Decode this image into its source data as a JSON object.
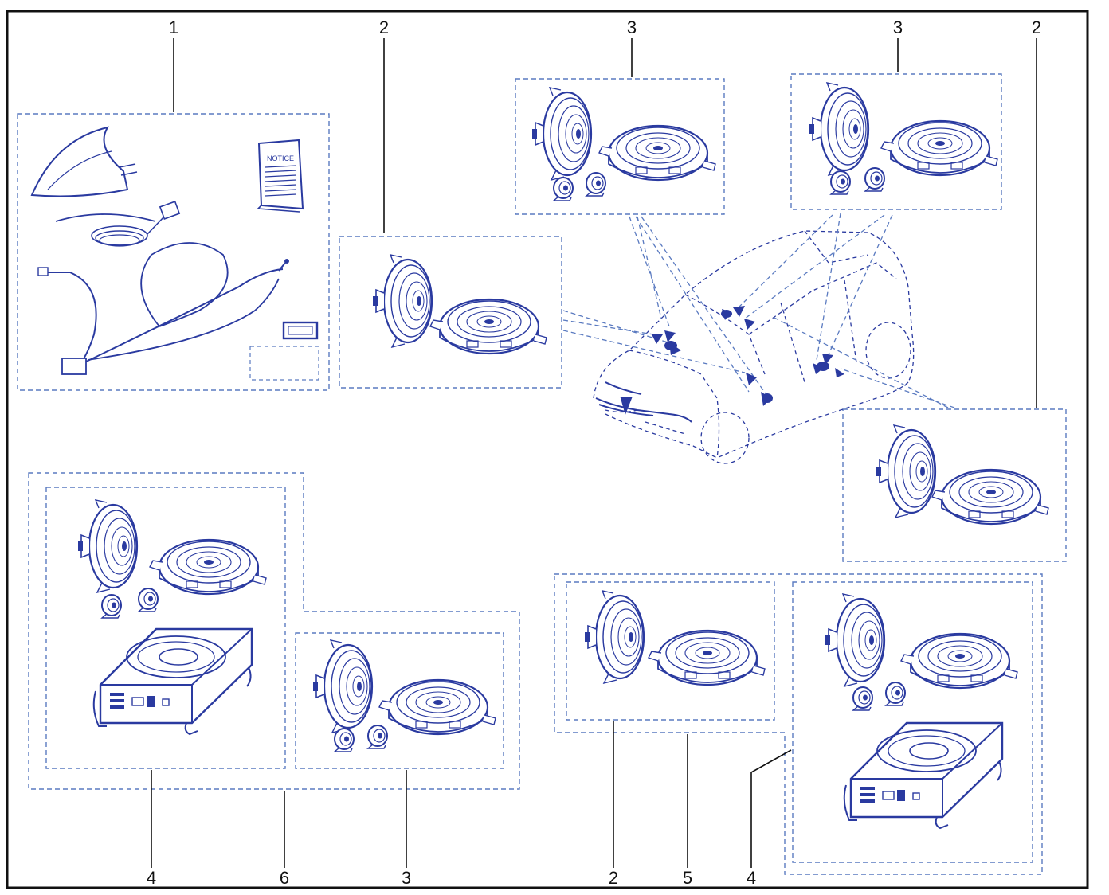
{
  "colors": {
    "frame": "#111111",
    "ink": "#2a3aa0",
    "dash": "#5a7ac0",
    "leader": "#111111"
  },
  "notice_label": "NOTICE",
  "callouts": [
    {
      "id": "c-1-top",
      "label": "1"
    },
    {
      "id": "c-2-top-left",
      "label": "2"
    },
    {
      "id": "c-3-top-mid",
      "label": "3"
    },
    {
      "id": "c-3-top-right",
      "label": "3"
    },
    {
      "id": "c-2-top-right",
      "label": "2"
    },
    {
      "id": "c-4-bottom-left",
      "label": "4"
    },
    {
      "id": "c-6-bottom",
      "label": "6"
    },
    {
      "id": "c-3-bottom",
      "label": "3"
    },
    {
      "id": "c-2-bottom",
      "label": "2"
    },
    {
      "id": "c-5-bottom",
      "label": "5"
    },
    {
      "id": "c-4-bottom-right",
      "label": "4"
    }
  ],
  "icons": [
    "antenna-kit-icon",
    "notice-booklet-icon",
    "speaker-icon",
    "tweeter-icon",
    "subwoofer-icon",
    "car-outline-icon"
  ]
}
